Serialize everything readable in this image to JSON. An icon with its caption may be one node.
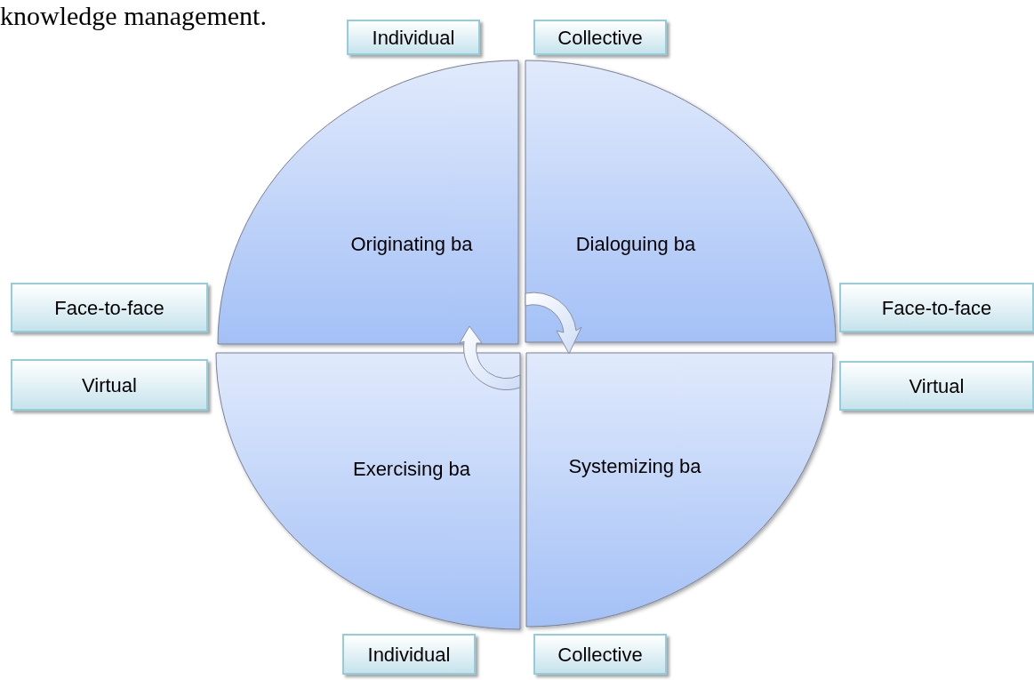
{
  "diagram": {
    "nodes": [
      {
        "text": [
          "Individual"
        ]
      },
      {
        "text": [
          "Collective"
        ]
      },
      {
        "text": [
          "Originating ba"
        ]
      },
      {
        "text": [
          "Dialoguing ba"
        ]
      },
      {
        "text": [
          "Face-to-face"
        ]
      },
      {
        "text": [
          "Face-to-face"
        ]
      },
      {
        "text": [
          "Virtual"
        ]
      },
      {
        "text": [
          "Virtual"
        ]
      },
      {
        "text": [
          "Exercising ba"
        ]
      },
      {
        "text": [
          "Systemizing ba"
        ]
      },
      {
        "text": [
          "Individual"
        ]
      },
      {
        "text": [
          "Collective"
        ]
      }
    ],
    "labels": [
      "knowledge management."
    ]
  }
}
